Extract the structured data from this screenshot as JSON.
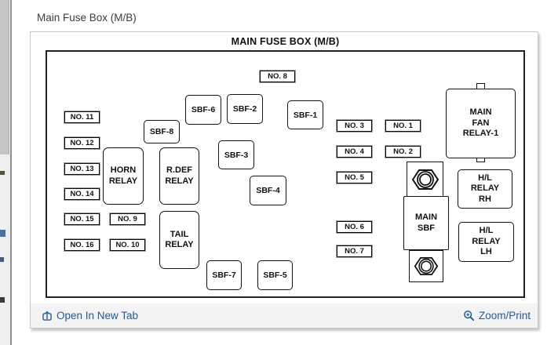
{
  "colors": {
    "link": "#1e5c9b",
    "ink": "#111111",
    "panel_border": "#c9c9c9",
    "footer_bg": "#f3f3f3",
    "scrollbar": "#c5c5c5"
  },
  "page": {
    "heading": "Main Fuse Box (M/B)"
  },
  "diagram": {
    "title": "MAIN FUSE BOX (M/B)",
    "no_fuses": {
      "no1": "NO. 1",
      "no2": "NO. 2",
      "no3": "NO. 3",
      "no4": "NO. 4",
      "no5": "NO. 5",
      "no6": "NO. 6",
      "no7": "NO. 7",
      "no8": "NO. 8",
      "no9": "NO. 9",
      "no10": "NO. 10",
      "no11": "NO. 11",
      "no12": "NO. 12",
      "no13": "NO. 13",
      "no14": "NO. 14",
      "no15": "NO. 15",
      "no16": "NO. 16"
    },
    "sbf_fuses": {
      "sbf1": "SBF-1",
      "sbf2": "SBF-2",
      "sbf3": "SBF-3",
      "sbf4": "SBF-4",
      "sbf5": "SBF-5",
      "sbf6": "SBF-6",
      "sbf7": "SBF-7",
      "sbf8": "SBF-8"
    },
    "relays": {
      "horn": "HORN\nRELAY",
      "rdef": "R.DEF\nRELAY",
      "tail": "TAIL\nRELAY",
      "main_fan": "MAIN\nFAN\nRELAY-1",
      "hl_rh": "H/L\nRELAY\nRH",
      "hl_lh": "H/L\nRELAY\nLH",
      "main_sbf": "MAIN\nSBF"
    }
  },
  "footer": {
    "open_in_new_tab": "Open In New Tab",
    "zoom_print": "Zoom/Print"
  }
}
